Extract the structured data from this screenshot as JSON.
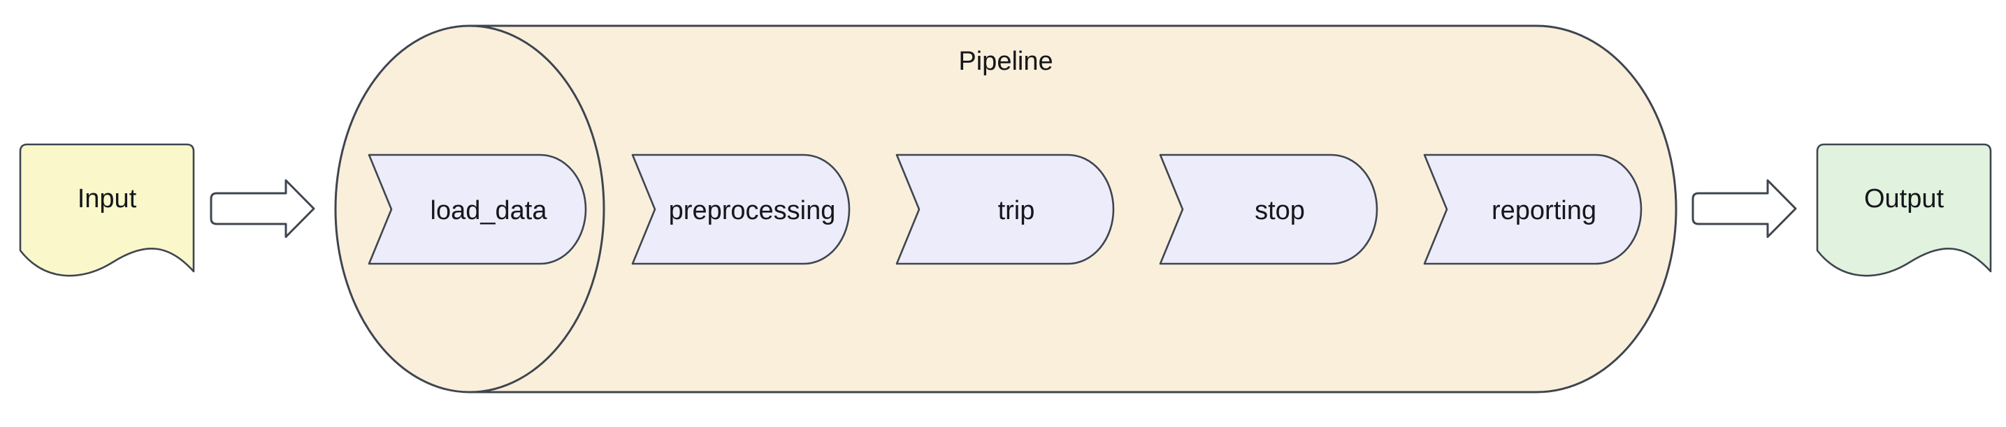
{
  "diagram": {
    "input": {
      "label": "Input"
    },
    "pipeline": {
      "label": "Pipeline",
      "steps": [
        {
          "label": "load_data"
        },
        {
          "label": "preprocessing"
        },
        {
          "label": "trip"
        },
        {
          "label": "stop"
        },
        {
          "label": "reporting"
        }
      ]
    },
    "output": {
      "label": "Output"
    }
  },
  "colors": {
    "page-bg": "#ffffff",
    "input-fill": "#faf7cb",
    "output-fill": "#e1f2de",
    "pipeline-fill": "#faefdb",
    "step-fill": "#ececfa",
    "stroke": "#3e454f",
    "text": "#15171b"
  }
}
